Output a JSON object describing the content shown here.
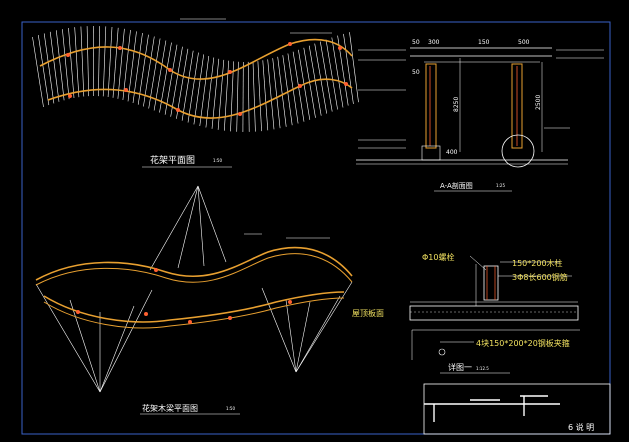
{
  "drawing": {
    "background": "#000000",
    "line_color": "#ffffff",
    "beam_color": "#e8a030",
    "accent_color": "#ff6030",
    "text_yellow": "#f0e060",
    "frame_color": "#3a62c8"
  },
  "views": {
    "top_plan": {
      "title": "花架平面图",
      "scale": "1:50"
    },
    "beam_plan": {
      "title": "花架木梁平面图",
      "scale": "1:50"
    },
    "section_aa": {
      "title": "A-A剖面图",
      "scale": "1:25",
      "dims": [
        "50",
        "300",
        "150",
        "500",
        "50",
        "8250",
        "2500",
        "400"
      ]
    },
    "detail": {
      "title": "详图一",
      "scale": "1:12.5",
      "labels": {
        "bolt": "Φ10螺栓",
        "post": "150*200木柱",
        "rebar": "3Φ8长600钢筋",
        "slab": "屋顶板面",
        "plate": "4块150*200*20钢板夹箍"
      }
    }
  },
  "title_block": {
    "label": "6 说 明"
  }
}
